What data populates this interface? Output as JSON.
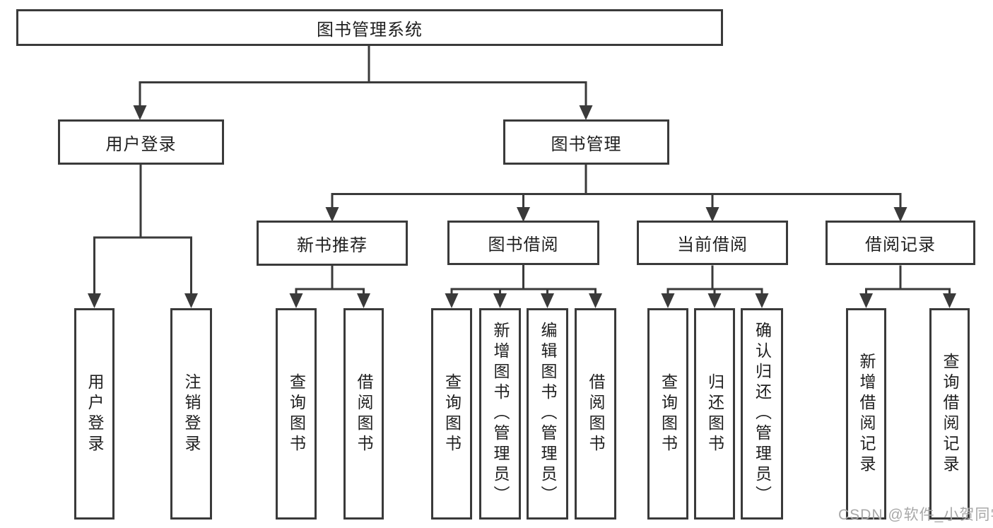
{
  "diagram": {
    "root": {
      "label": "图书管理系统"
    },
    "level2": [
      {
        "label": "用户登录"
      },
      {
        "label": "图书管理"
      }
    ],
    "level3": [
      {
        "label": "新书推荐"
      },
      {
        "label": "图书借阅"
      },
      {
        "label": "当前借阅"
      },
      {
        "label": "借阅记录"
      }
    ],
    "leaf_groups": [
      {
        "parent": "用户登录",
        "items": [
          "用户登录",
          "注销登录"
        ]
      },
      {
        "parent": "新书推荐",
        "items": [
          "查询图书",
          "借阅图书"
        ]
      },
      {
        "parent": "图书借阅",
        "items": [
          "查询图书",
          "新增图书（管理员）",
          "编辑图书（管理员）",
          "借阅图书"
        ]
      },
      {
        "parent": "当前借阅",
        "items": [
          "查询图书",
          "归还图书",
          "确认归还（管理员）"
        ]
      },
      {
        "parent": "借阅记录",
        "items": [
          "新增借阅记录",
          "查询借阅记录"
        ]
      }
    ]
  },
  "watermark": {
    "text": "CSDN @软件_小贺同学",
    "color": "#a8a8a8"
  },
  "colors": {
    "line": "#3a3a3a",
    "box_border": "#3a3a3a",
    "box_fill": "#ffffff",
    "text": "#1f1f1f",
    "background": "#ffffff"
  }
}
